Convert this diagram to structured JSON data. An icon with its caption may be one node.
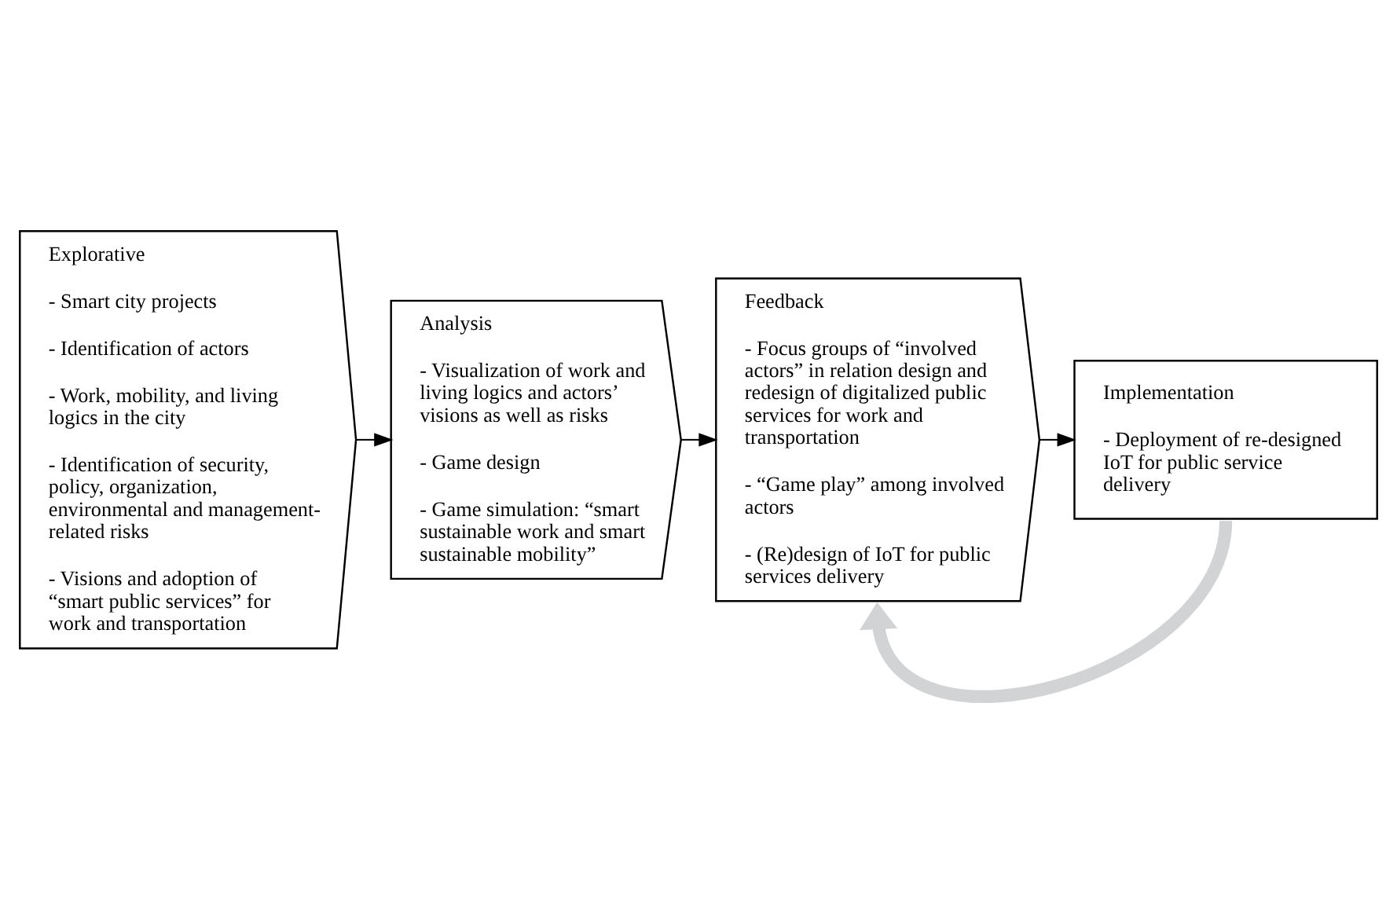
{
  "diagram": {
    "nodes": [
      {
        "text": [
          "Explorative",
          "- Smart city projects",
          "- Identification of actors",
          "- Work, mobility, and living logics in the city",
          "- Identification of security, policy, organization, environmental and management-related risks",
          "- Visions and adoption of “smart public services” for work and transportation"
        ]
      },
      {
        "text": [
          "Analysis",
          "- Visualization of work and living logics and actors’ visions as well as risks",
          "- Game design",
          "- Game simulation: “smart sustainable work and smart sustainable mobility”"
        ]
      },
      {
        "text": [
          "Feedback",
          "- Focus groups of “involved actors” in relation design and redesign of digitalized public services for work and transportation",
          "- “Game play” among involved actors",
          "- (Re)design of IoT for public services delivery"
        ]
      },
      {
        "text": [
          "Implementation",
          "- Deployment of re-designed IoT for public service delivery"
        ]
      }
    ],
    "edges": [
      {
        "from": 0,
        "to": 1,
        "arrow": "to"
      },
      {
        "from": 1,
        "to": 2,
        "arrow": "to"
      },
      {
        "from": 2,
        "to": 3,
        "arrow": "to"
      },
      {
        "from": 3,
        "to": 2,
        "arrow": "to",
        "style": "thick",
        "color": "#d1d3d4"
      }
    ]
  }
}
